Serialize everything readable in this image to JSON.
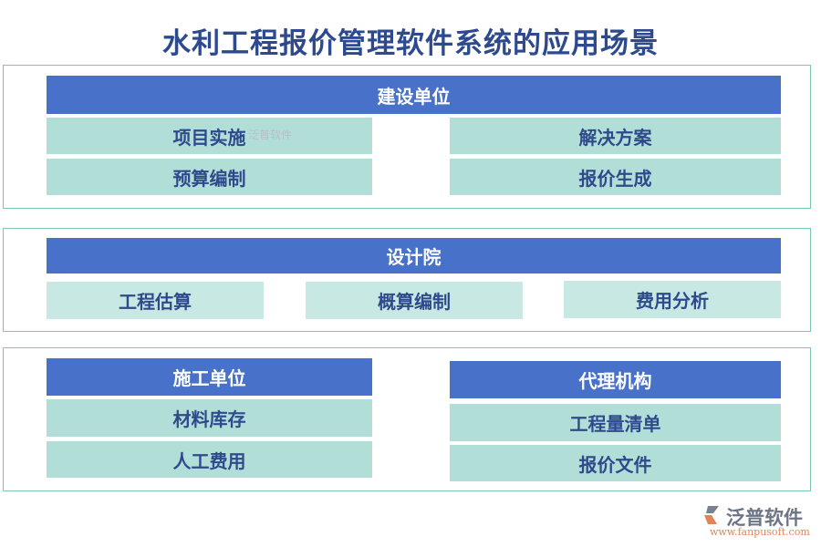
{
  "title": "水利工程报价管理软件系统的应用场景",
  "colors": {
    "header": "#4872c9",
    "cell": "#b2ded8",
    "cell_light": "#c8e9e3",
    "border": "#7cc4b8",
    "text": "#2f4a8c"
  },
  "sections": [
    {
      "header": "建设单位",
      "items": [
        "项目实施",
        "预算编制",
        "解决方案",
        "报价生成"
      ]
    },
    {
      "header": "设计院",
      "items": [
        "工程估算",
        "概算编制",
        "费用分析"
      ]
    },
    {
      "groups": [
        {
          "header": "施工单位",
          "items": [
            "材料库存",
            "人工费用"
          ]
        },
        {
          "header": "代理机构",
          "items": [
            "工程量清单",
            "报价文件"
          ]
        }
      ]
    }
  ],
  "watermark": "泛普软件",
  "logo": {
    "name": "泛普软件",
    "url": "www.fanpusoft.com"
  }
}
